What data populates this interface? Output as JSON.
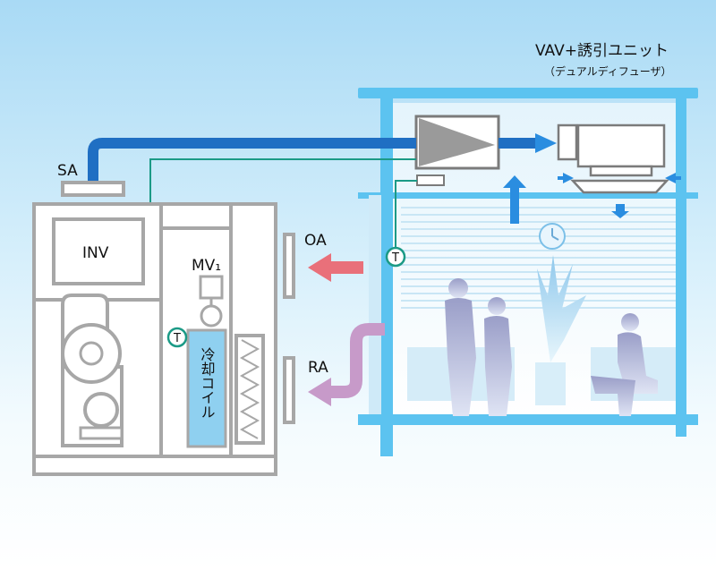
{
  "title": {
    "main": "VAV+誘引ユニット",
    "sub": "（デュアルディフューザ）"
  },
  "labels": {
    "sa": "SA",
    "inv": "INV",
    "mv": "MV₁",
    "oa": "OA",
    "ra": "RA",
    "coil": "冷却コイル",
    "sensor_a": "T",
    "sensor_b": "T"
  },
  "colors": {
    "supply_duct": "#1f6fc3",
    "supply_arrow": "#2a8de0",
    "outdoor_air": "#e9707a",
    "return_air": "#c79ac9",
    "control_line": "#1b9a86",
    "unit_frame": "#a7a7a7",
    "coil_fill": "#8fd0f0",
    "building_frame": "#5cc3f0"
  }
}
